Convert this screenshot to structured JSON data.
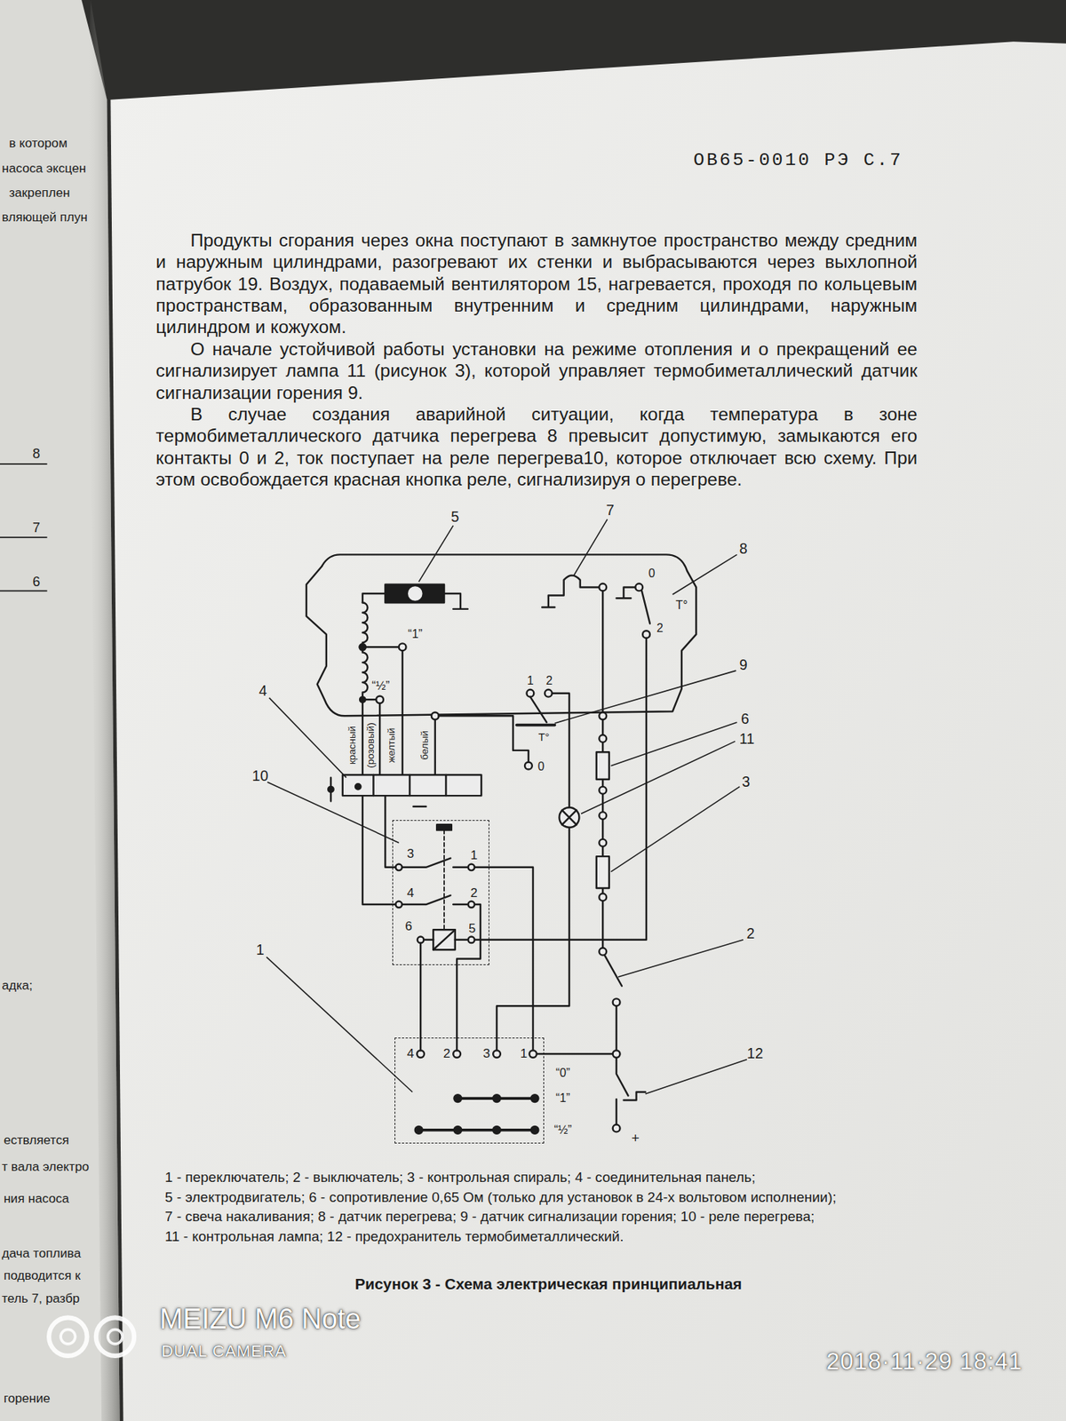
{
  "diagram": {
    "caption": "Рисунок 3 - Схема электрическая принципиальная",
    "nodes": [
      {
        "text": [
          "3",
          "1",
          "4",
          "2",
          "6",
          "5"
        ]
      },
      {
        "text": [
          "4",
          "2",
          "3",
          "1"
        ]
      }
    ],
    "edges": [
      {
        "from": 0,
        "to": 1,
        "arrow": "none"
      },
      {
        "from": 0,
        "to": 1,
        "arrow": "none"
      }
    ],
    "labels": [
      "ОВ65-0010 РЭ С.7",
      "Продукты сгорания через окна поступают в замкнутое пространство между средним и наружным цилиндрами, разогревают их стенки и выбрасываются через выхлопной патрубок 19. Воздух, подаваемый вентилятором 15, нагревается, проходя по кольцевым пространствам, образованным внутренним и средним цилиндрами, наружным цилиндром и кожухом.",
      "О начале устойчивой работы установки на режиме отопления и о прекращений ее сигнализирует лампа 11 (рисунок 3), которой управляет термобиметаллический датчик сигнализации горения 9.",
      "В случае создания аварийной ситуации, когда температура в зоне термобиметаллического датчика перегрева 8 превысит допустимую, замыкаются его контакты 0 и 2, ток поступает на реле перегрева10, которое отключает всю схему. При этом освобождается красная кнопка реле, сигнализируя о перегреве.",
      "5",
      "7",
      "8",
      "9",
      "6",
      "11",
      "3",
      "4",
      "10",
      "1",
      "2",
      "12",
      "“1”",
      "“½”",
      "красный",
      "(розовый)",
      "желтый",
      "белый",
      "0",
      "T°",
      "2",
      "1",
      "2",
      "T°",
      "0",
      "“0”",
      "“1”",
      "“½”",
      "+",
      "1 - переключатель; 2 - выключатель; 3 - контрольная спираль; 4 - соединительная панель;",
      "5 - электродвигатель; 6 - сопротивление 0,65 Ом (только для установок в 24-х вольтовом исполнении);",
      "7 - свеча накаливания; 8 - датчик перегрева; 9 - датчик сигнализации горения; 10 - реле перегрева;",
      "11 - контрольная лампа; 12 - предохранитель термобиметаллический.",
      "MEIZU M6 Note",
      "DUAL CAMERA",
      "2018·11·29 18:41",
      "в котором",
      "насоса эксцен",
      "закреплен",
      "вляющей плун",
      "8",
      "7",
      "6",
      "адка;",
      "ествляется",
      "т вала электро",
      "ния насоса",
      "дача топлива",
      "подводится к",
      "тель 7, разбр",
      "горение"
    ]
  }
}
